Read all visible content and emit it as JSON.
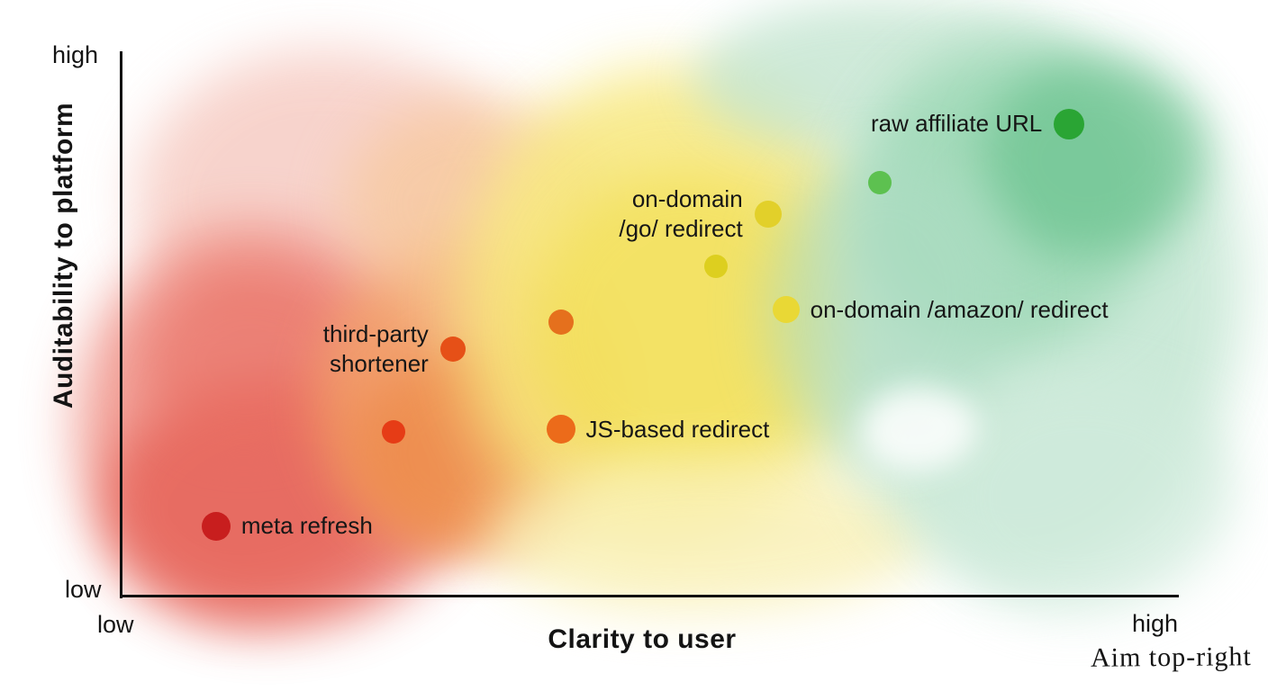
{
  "chart_data": {
    "type": "scatter",
    "title": "",
    "xlabel": "Clarity to user",
    "ylabel": "Auditability to platform",
    "xlim": [
      0,
      1
    ],
    "ylim": [
      0,
      1
    ],
    "grid": false,
    "legend": "none",
    "x_ticks": [
      {
        "label": "low",
        "pos": 0
      },
      {
        "label": "high",
        "pos": 1
      }
    ],
    "y_ticks": [
      {
        "label": "low",
        "pos": 0
      },
      {
        "label": "high",
        "pos": 1
      }
    ],
    "annotation": "Aim top-right",
    "points": [
      {
        "label": "meta refresh",
        "x": 0.091,
        "y": 0.129,
        "r": 16,
        "color": "#c81e1e",
        "label_side": "right"
      },
      {
        "label": "",
        "x": 0.259,
        "y": 0.302,
        "r": 13,
        "color": "#e63c16",
        "label_side": "none"
      },
      {
        "label": "third-party\nshortener",
        "x": 0.315,
        "y": 0.455,
        "r": 14,
        "color": "#e65017",
        "label_side": "left"
      },
      {
        "label": "",
        "x": 0.417,
        "y": 0.504,
        "r": 14,
        "color": "#e5701d",
        "label_side": "none"
      },
      {
        "label": "JS-based redirect",
        "x": 0.417,
        "y": 0.307,
        "r": 16,
        "color": "#ec6b1a",
        "label_side": "right"
      },
      {
        "label": "",
        "x": 0.564,
        "y": 0.607,
        "r": 13,
        "color": "#ddcf1f",
        "label_side": "none"
      },
      {
        "label": "on-domain\n/go/ redirect",
        "x": 0.613,
        "y": 0.702,
        "r": 15,
        "color": "#e2d02a",
        "label_side": "left"
      },
      {
        "label": "on-domain /amazon/ redirect",
        "x": 0.63,
        "y": 0.527,
        "r": 15,
        "color": "#e9d835",
        "label_side": "right"
      },
      {
        "label": "",
        "x": 0.719,
        "y": 0.76,
        "r": 13,
        "color": "#5dc150",
        "label_side": "none"
      },
      {
        "label": "raw affiliate URL",
        "x": 0.898,
        "y": 0.868,
        "r": 17,
        "color": "#2aa534",
        "label_side": "left"
      }
    ]
  },
  "palette": {
    "bad_red": "#e4574c",
    "warn_orange": "#ed8a45",
    "mid_yellow": "#f2df54",
    "good_green": "#5fbe86",
    "axis_black": "#111111"
  }
}
